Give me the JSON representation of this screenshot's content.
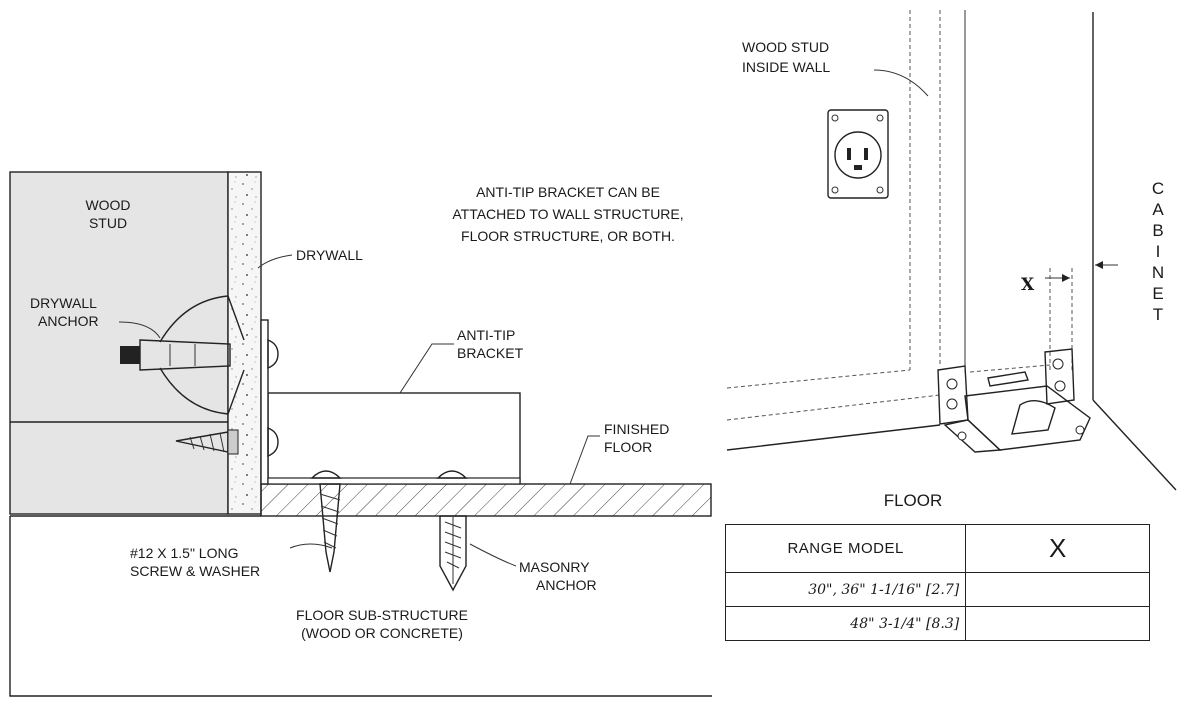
{
  "left_diagram": {
    "wood_stud": [
      "WOOD",
      "STUD"
    ],
    "drywall": "DRYWALL",
    "drywall_anchor": [
      "DRYWALL",
      "ANCHOR"
    ],
    "note": [
      "ANTI-TIP BRACKET CAN BE",
      "ATTACHED TO WALL STRUCTURE,",
      "FLOOR STRUCTURE, OR BOTH."
    ],
    "anti_tip_bracket": [
      "ANTI-TIP",
      "BRACKET"
    ],
    "finished_floor": [
      "FINISHED",
      "FLOOR"
    ],
    "screw": [
      "#12 X 1.5\" LONG",
      "SCREW & WASHER"
    ],
    "masonry_anchor": [
      "MASONRY",
      "ANCHOR"
    ],
    "substructure": [
      "FLOOR SUB-STRUCTURE",
      "(WOOD OR CONCRETE)"
    ]
  },
  "right_diagram": {
    "wood_stud_inside_wall": [
      "WOOD STUD",
      "INSIDE WALL"
    ],
    "cabinet_letters": [
      "C",
      "A",
      "B",
      "I",
      "N",
      "E",
      "T"
    ],
    "x_marker": "X",
    "floor": "FLOOR"
  },
  "table": {
    "header_model": "RANGE MODEL",
    "header_x": "X",
    "rows": [
      {
        "model": "30\", 36\" 1-1/16\" [2.7]",
        "x": ""
      },
      {
        "model": "48\" 3-1/4\" [8.3]",
        "x": ""
      }
    ]
  }
}
